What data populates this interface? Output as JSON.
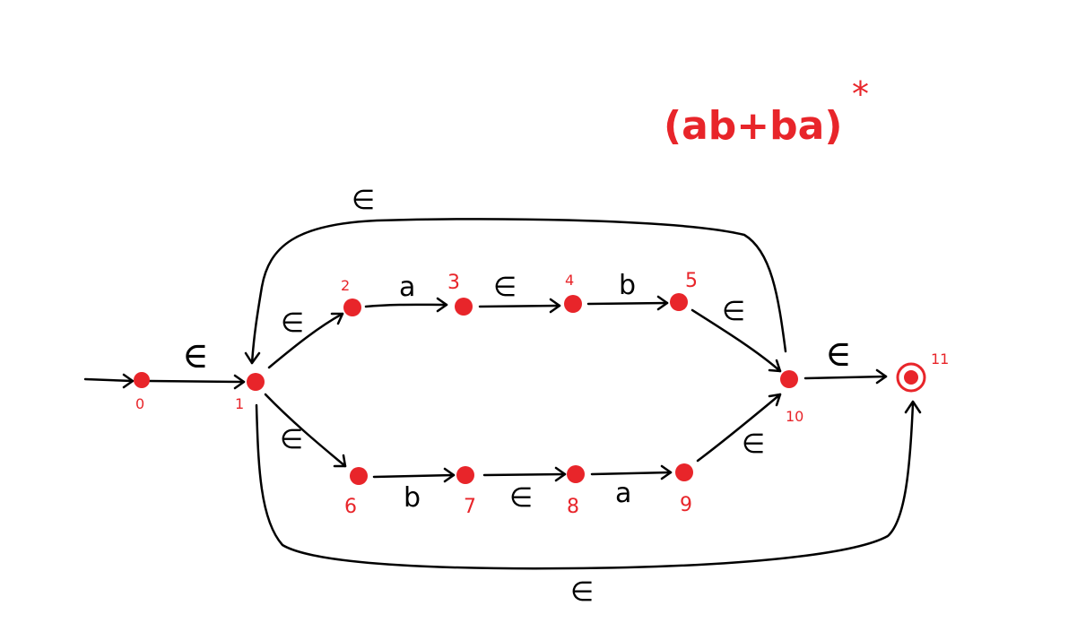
{
  "diagram": {
    "regex": "(ab+ba)",
    "regex_star": "*",
    "start_symbol_label": "",
    "states": [
      {
        "id": "s0",
        "label": "0"
      },
      {
        "id": "s1",
        "label": "1"
      },
      {
        "id": "s2",
        "label": "2"
      },
      {
        "id": "s3",
        "label": "3"
      },
      {
        "id": "s4",
        "label": "4"
      },
      {
        "id": "s5",
        "label": "5"
      },
      {
        "id": "s6",
        "label": "6"
      },
      {
        "id": "s7",
        "label": "7"
      },
      {
        "id": "s8",
        "label": "8"
      },
      {
        "id": "s9",
        "label": "9"
      },
      {
        "id": "s10",
        "label": "10"
      },
      {
        "id": "s11",
        "label": "11",
        "accepting": true
      }
    ],
    "transitions": [
      {
        "from": "0",
        "to": "1",
        "label": "∈"
      },
      {
        "from": "1",
        "to": "2",
        "label": "∈"
      },
      {
        "from": "2",
        "to": "3",
        "label": "a"
      },
      {
        "from": "3",
        "to": "4",
        "label": "∈"
      },
      {
        "from": "4",
        "to": "5",
        "label": "b"
      },
      {
        "from": "5",
        "to": "10",
        "label": "∈"
      },
      {
        "from": "1",
        "to": "6",
        "label": "∈"
      },
      {
        "from": "6",
        "to": "7",
        "label": "b"
      },
      {
        "from": "7",
        "to": "8",
        "label": "∈"
      },
      {
        "from": "8",
        "to": "9",
        "label": "a"
      },
      {
        "from": "9",
        "to": "10",
        "label": "∈"
      },
      {
        "from": "10",
        "to": "11",
        "label": "∈"
      },
      {
        "from": "10",
        "to": "1",
        "label": "∈"
      },
      {
        "from": "1",
        "to": "11",
        "label": "∈"
      }
    ],
    "colors": {
      "state": "#e8252a",
      "edge": "#000000",
      "background": "#ffffff"
    }
  }
}
